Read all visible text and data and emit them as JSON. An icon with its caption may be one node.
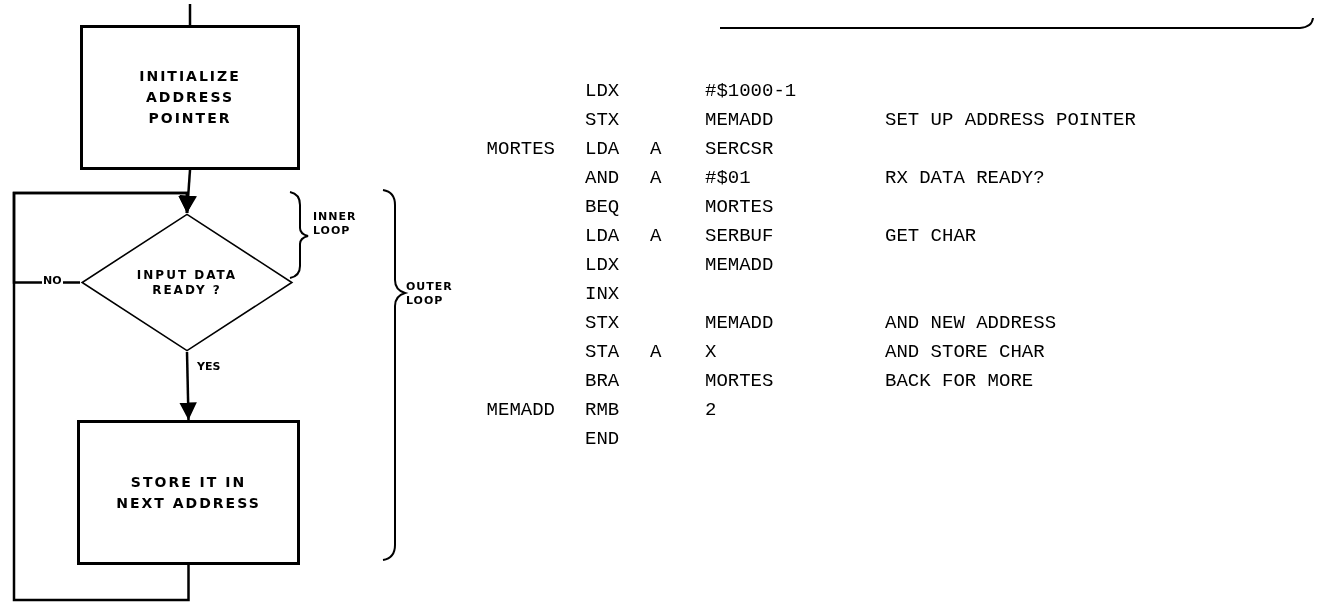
{
  "diagram": {
    "nodes": [
      {
        "text": [
          "INITIALIZE ADDRESS POINTER"
        ]
      },
      {
        "text": [
          "INPUT DATA READY ?"
        ]
      },
      {
        "text": [
          "STORE IT IN NEXT ADDRESS"
        ]
      }
    ],
    "edges": [
      {
        "from": null,
        "to": 0,
        "arrow": "none"
      },
      {
        "from": 0,
        "to": 1,
        "arrow": "to"
      },
      {
        "from": 1,
        "to": 1,
        "arrow": "to",
        "label": "NO"
      },
      {
        "from": 1,
        "to": 2,
        "arrow": "to",
        "label": "YES"
      },
      {
        "from": 2,
        "to": 1,
        "arrow": "to"
      }
    ],
    "labels": [
      "INNER LOOP",
      "OUTER LOOP",
      "LDX",
      "#$1000-1",
      "STX",
      "MEMADD",
      "SET UP ADDRESS POINTER",
      "MORTES",
      "LDA",
      "A",
      "SERCSR",
      "AND",
      "A",
      "#$01",
      "RX DATA READY?",
      "BEQ",
      "MORTES",
      "LDA",
      "A",
      "SERBUF",
      "GET CHAR",
      "LDX",
      "MEMADD",
      "INX",
      "STX",
      "MEMADD",
      "AND NEW ADDRESS",
      "STA",
      "A",
      "X",
      "AND STORE CHAR",
      "BRA",
      "MORTES",
      "BACK FOR MORE",
      "MEMADD",
      "RMB",
      "2",
      "END"
    ]
  }
}
